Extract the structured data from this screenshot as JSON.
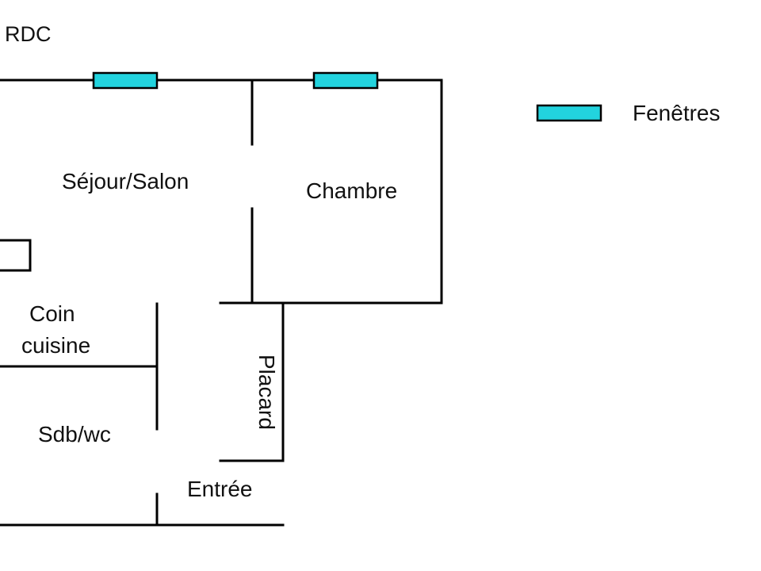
{
  "title": "RDC",
  "rooms": {
    "sejour": "Séjour/Salon",
    "chambre": "Chambre",
    "cuisine_line1": "Coin",
    "cuisine_line2": "cuisine",
    "sdb": "Sdb/wc",
    "placard": "Placard",
    "entree": "Entrée"
  },
  "legend": {
    "window_label": "Fenêtres"
  },
  "colors": {
    "window_fill": "#22d3de",
    "wall": "#000000",
    "background": "#ffffff"
  }
}
